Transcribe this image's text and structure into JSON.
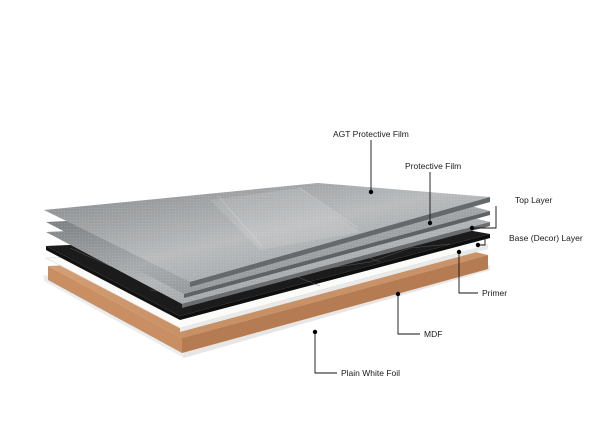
{
  "layers": [
    {
      "id": "agt",
      "label": "AGT Protective Film"
    },
    {
      "id": "protective",
      "label": "Protective Film"
    },
    {
      "id": "top",
      "label": "Top Layer"
    },
    {
      "id": "base",
      "label": "Base (Decor) Layer"
    },
    {
      "id": "primer",
      "label": "Primer"
    },
    {
      "id": "mdf",
      "label": "MDF"
    },
    {
      "id": "foil",
      "label": "Plain White Foil"
    }
  ],
  "colors": {
    "film": "#8e9193",
    "film_light": "#c9cbcd",
    "decor": "#1d1d1d",
    "primer": "#f2f2f0",
    "mdf_top": "#c9936a",
    "mdf_edge": "#b37a52",
    "foil": "#f7f7f7",
    "line": "#111111"
  }
}
